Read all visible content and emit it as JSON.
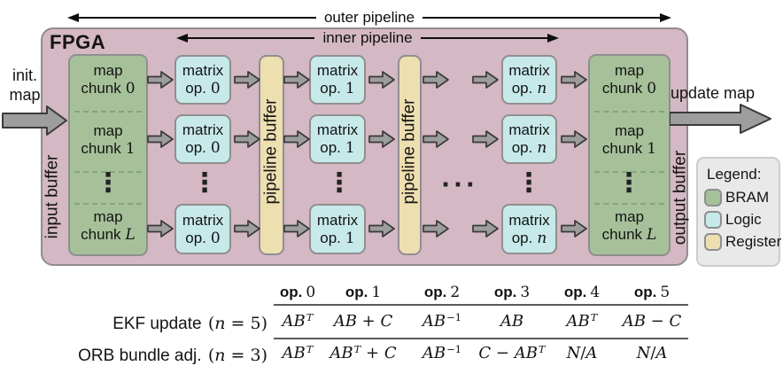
{
  "labels": {
    "outer_pipeline": "outer pipeline",
    "inner_pipeline": "inner pipeline",
    "fpga": "FPGA",
    "init_map_line1": "init.",
    "init_map_line2": "map",
    "update_map": "update map",
    "input_buffer": "input buffer",
    "output_buffer": "output buffer",
    "pipeline_buffer": "pipeline buffer"
  },
  "chunks": {
    "line1": "map",
    "line2": "chunk",
    "rows": [
      "0",
      "1",
      "L"
    ]
  },
  "matrix": {
    "line1": "matrix",
    "line2": "op.",
    "cols": [
      "0",
      "1",
      "n"
    ]
  },
  "misc": {
    "ellipsis_v": "⋮",
    "ellipsis_h": "···"
  },
  "legend": {
    "title": "Legend:",
    "items": [
      {
        "name": "BRAM",
        "color": "#a6c19a"
      },
      {
        "name": "Logic",
        "color": "#c7e9ea"
      },
      {
        "name": "Register",
        "color": "#eedfb1"
      }
    ]
  },
  "table": {
    "header_label": "op.",
    "header_nums": [
      "0",
      "1",
      "2",
      "3",
      "4",
      "5"
    ],
    "rows": [
      {
        "label_text": "EKF update ",
        "label_math": "(n = 5)",
        "cells": [
          "AB^T",
          "AB + C",
          "AB^{−1}",
          "AB",
          "AB^T",
          "AB − C"
        ]
      },
      {
        "label_text": "ORB bundle adj. ",
        "label_math": "(n = 3)",
        "cells": [
          "AB^T",
          "AB^T + C",
          "AB^{−1}",
          "C − AB^T",
          "N/A",
          "N/A"
        ]
      }
    ]
  },
  "colors": {
    "fpga_bg": "#d4b8c4",
    "bram": "#a6c19a",
    "logic": "#c7e9ea",
    "register": "#eedfb1",
    "arrow_fill": "#9d9d9d",
    "arrow_outline": "#3a3a3a",
    "legend_bg": "#e9e9e9"
  }
}
